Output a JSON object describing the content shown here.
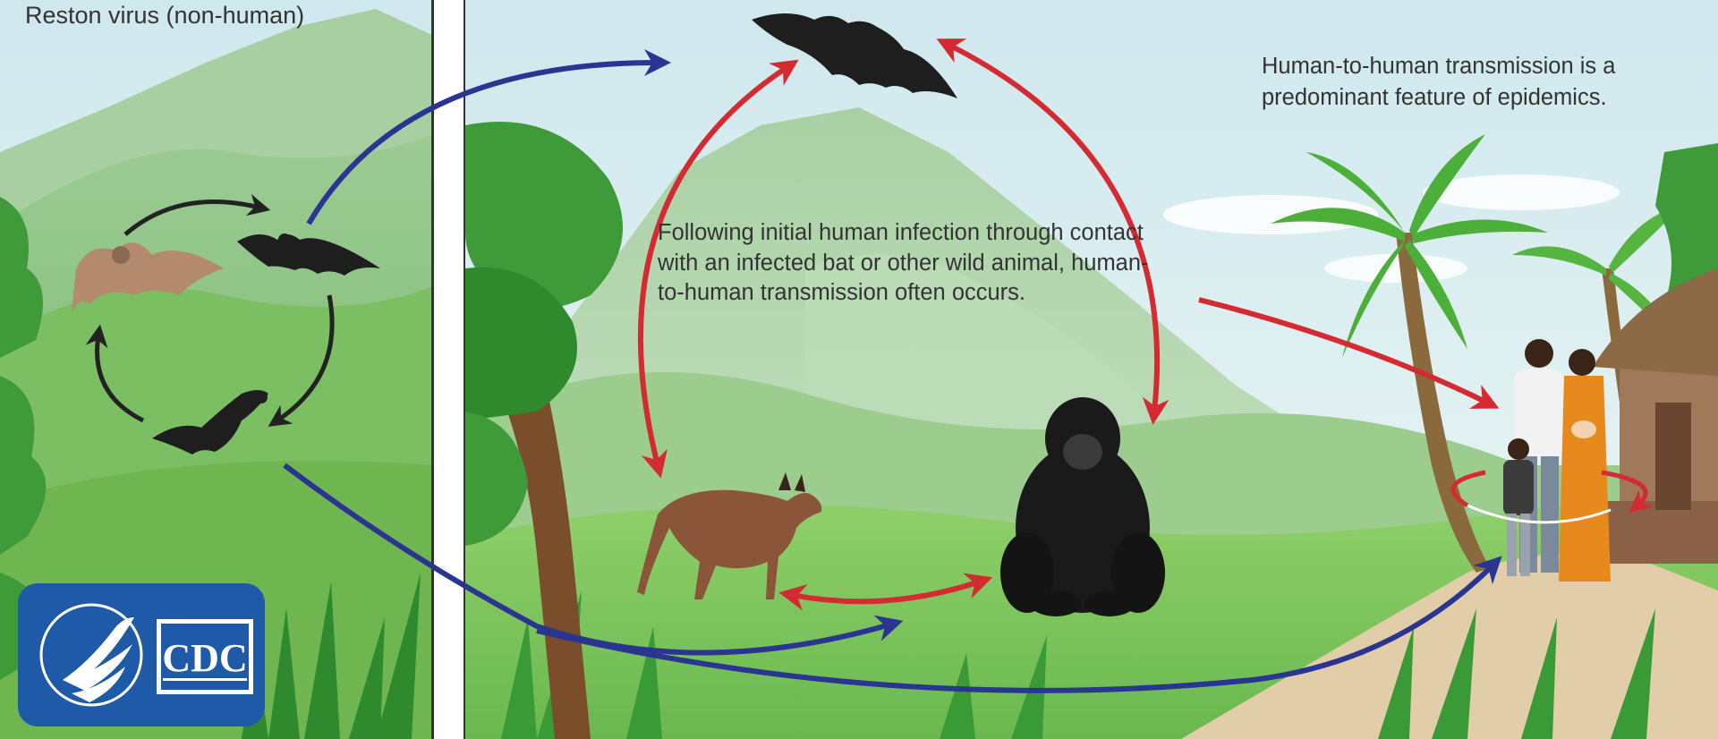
{
  "panel_left": {
    "title": "Reston virus (non-human)"
  },
  "caption_infection": "Following initial human infection through contact with an infected bat or other wild animal, human-to-human transmission often occurs.",
  "caption_epidemic": "Human-to-human transmission is a predominant feature of epidemics.",
  "logo": {
    "text": "CDC"
  },
  "colors": {
    "red_arrow": "#d42a32",
    "blue_arrow": "#2a3592",
    "black_arrow": "#222222",
    "sky": "#dff0f2",
    "hill": "#8cc286",
    "grass": "#7cc35e",
    "logo_blue": "#1f5aa8"
  },
  "icons": [
    "bat-icon",
    "fruit-bat-icon",
    "duiker-icon",
    "chimpanzee-icon",
    "human-family-icon",
    "palm-tree-icon",
    "hut-icon",
    "cdc-logo",
    "hhs-eagle-icon"
  ]
}
